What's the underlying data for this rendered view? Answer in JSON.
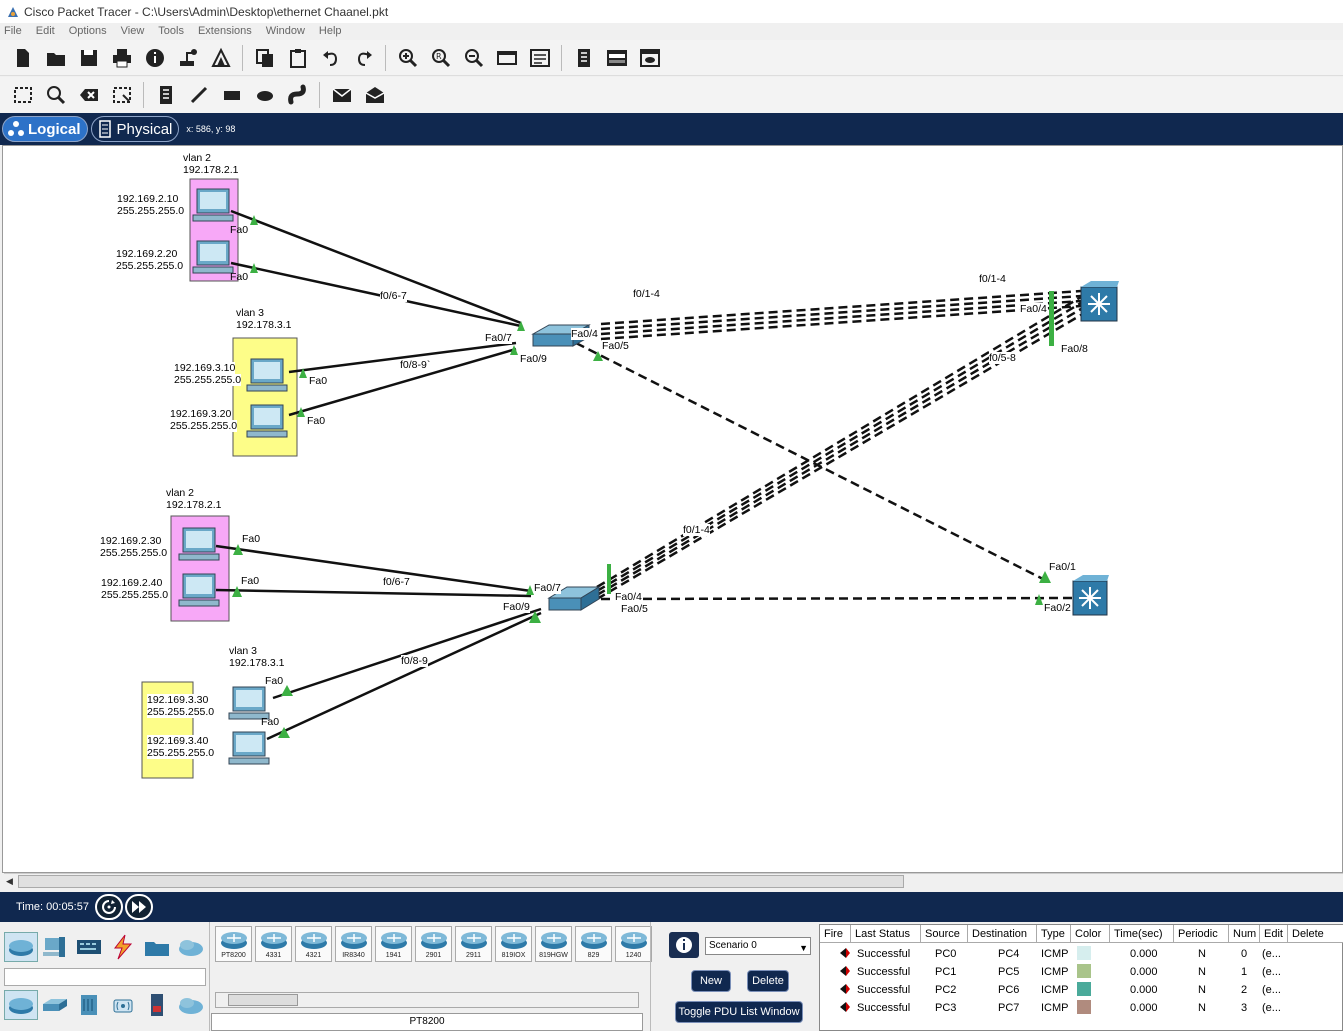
{
  "window": {
    "title": "Cisco Packet Tracer - C:\\Users\\Admin\\Desktop\\ethernet Chaanel.pkt"
  },
  "menu": [
    "File",
    "Edit",
    "Options",
    "View",
    "Tools",
    "Extensions",
    "Window",
    "Help"
  ],
  "toolbar_main": [
    "new-file-icon",
    "open-folder-icon",
    "save-icon",
    "print-icon",
    "info-icon",
    "network-wizard-icon",
    "activity-wizard-icon",
    "copy-icon",
    "paste-icon",
    "undo-icon",
    "redo-icon",
    "zoom-in-icon",
    "zoom-reset-icon",
    "zoom-out-icon",
    "drawing-palette-icon",
    "custom-device-dialog-icon",
    "notes-icon",
    "device-view-icon",
    "cluster-icon"
  ],
  "toolbar_tools": [
    "select-icon",
    "inspect-icon",
    "delete-icon",
    "resize-icon",
    "note-icon",
    "line-icon",
    "rectangle-icon",
    "ellipse-icon",
    "freeform-icon",
    "simple-pdu-icon",
    "complex-pdu-icon"
  ],
  "modes": {
    "logical": "Logical",
    "physical": "Physical",
    "coords": "x: 586, y: 98"
  },
  "topology": {
    "labels": {
      "vlan2_top": "vlan 2",
      "vlan2_top_ip": "192.178.2.1",
      "pc1_ip": "192.169.2.10",
      "pc1_mask": "255.255.255.0",
      "pc2_ip": "192.169.2.20",
      "pc2_mask": "255.255.255.0",
      "vlan3_top": "vlan 3",
      "vlan3_top_ip": "192.178.3.1",
      "pc3_ip": "192.169.3.10",
      "pc3_mask": "255.255.255.0",
      "pc4_ip": "192.169.3.20",
      "pc4_mask": "255.255.255.0",
      "vlan2_bot": "vlan 2",
      "vlan2_bot_ip": "192.178.2.1",
      "pc5_ip": "192.169.2.30",
      "pc5_mask": "255.255.255.0",
      "pc6_ip": "192.169.2.40",
      "pc6_mask": "255.255.255.0",
      "vlan3_bot": "vlan 3",
      "vlan3_bot_ip": "192.178.3.1",
      "pc7_ip": "192.169.3.30",
      "pc7_mask": "255.255.255.0",
      "pc8_ip": "192.169.3.40",
      "pc8_mask": "255.255.255.0",
      "fa0": "Fa0",
      "f06_7": "f0/6-7",
      "f08_9_top": "f0/8-9`",
      "f08_9_bot": "f0/8-9",
      "f06_7_bot": "f0/6-7",
      "fa07": "Fa0/7",
      "fa09": "Fa0/9",
      "fa04": "Fa0/4",
      "fa05": "Fa0/5",
      "f01_4": "f0/1-4",
      "f01_4_r": "f0/1-4",
      "f05_8": "f0/5-8",
      "f01_4_mid": "f0/1-4",
      "fa04_r": "Fa0/4",
      "fa08_r": "Fa0/8",
      "fa07_b": "Fa0/7",
      "fa09_b": "Fa0/9",
      "fa04_b": "Fa0/4",
      "fa05_b": "Fa0/5",
      "fa01_r2": "Fa0/1",
      "fa02_r2": "Fa0/2"
    }
  },
  "time": {
    "label": "Time: 00:05:57"
  },
  "devices": [
    "PT8200",
    "4331",
    "4321",
    "IR8340",
    "1941",
    "2901",
    "2911",
    "819IOX",
    "819HGW",
    "829",
    "1240"
  ],
  "device_selected": "PT8200",
  "scenario": {
    "selected": "Scenario 0",
    "new": "New",
    "delete": "Delete",
    "toggle": "Toggle PDU List Window"
  },
  "pdu_table": {
    "headers": [
      "Fire",
      "Last Status",
      "Source",
      "Destination",
      "Type",
      "Color",
      "Time(sec)",
      "Periodic",
      "Num",
      "Edit",
      "Delete"
    ],
    "rows": [
      {
        "status": "Successful",
        "source": "PC0",
        "dest": "PC4",
        "type": "ICMP",
        "color": "#d6eeee",
        "time": "0.000",
        "periodic": "N",
        "num": "0",
        "edit": "(e..."
      },
      {
        "status": "Successful",
        "source": "PC1",
        "dest": "PC5",
        "type": "ICMP",
        "color": "#a9c48a",
        "time": "0.000",
        "periodic": "N",
        "num": "1",
        "edit": "(e..."
      },
      {
        "status": "Successful",
        "source": "PC2",
        "dest": "PC6",
        "type": "ICMP",
        "color": "#4aaa9a",
        "time": "0.000",
        "periodic": "N",
        "num": "2",
        "edit": "(e..."
      },
      {
        "status": "Successful",
        "source": "PC3",
        "dest": "PC7",
        "type": "ICMP",
        "color": "#b08b7e",
        "time": "0.000",
        "periodic": "N",
        "num": "3",
        "edit": "(e..."
      }
    ]
  },
  "colors": {
    "navy": "#10284f",
    "vlan2": "#f7a8f7",
    "vlan3": "#fdfd88",
    "link_green": "#3cb043",
    "switch_blue": "#2e7aa8"
  }
}
